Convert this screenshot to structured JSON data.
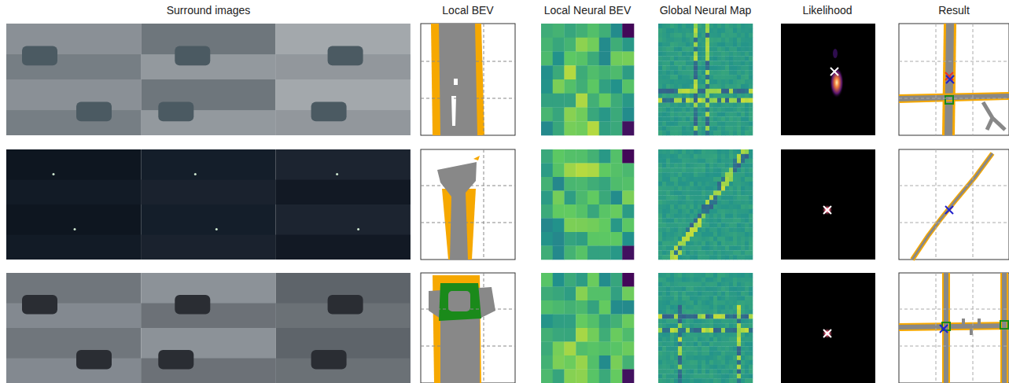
{
  "diagram": {
    "labels": [
      "Surround images",
      "Local BEV",
      "Local Neural BEV",
      "Global Neural Map",
      "Likelihood",
      "Result"
    ]
  }
}
